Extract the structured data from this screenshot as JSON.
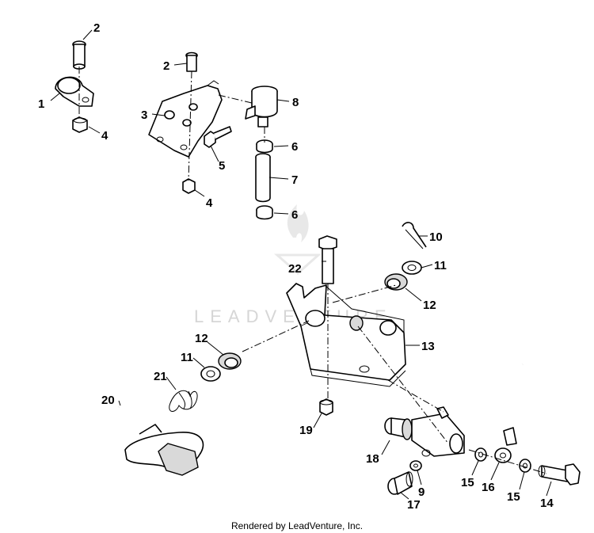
{
  "watermark": {
    "text": "LEADVENTURE",
    "logo": "flame-logo"
  },
  "footer": {
    "text": "Rendered by LeadVenture, Inc."
  },
  "callouts": [
    {
      "id": "c1",
      "text": "1"
    },
    {
      "id": "c2a",
      "text": "2"
    },
    {
      "id": "c2b",
      "text": "2"
    },
    {
      "id": "c3",
      "text": "3"
    },
    {
      "id": "c4a",
      "text": "4"
    },
    {
      "id": "c4b",
      "text": "4"
    },
    {
      "id": "c5",
      "text": "5"
    },
    {
      "id": "c6a",
      "text": "6"
    },
    {
      "id": "c6b",
      "text": "6"
    },
    {
      "id": "c7",
      "text": "7"
    },
    {
      "id": "c8",
      "text": "8"
    },
    {
      "id": "c9",
      "text": "9"
    },
    {
      "id": "c10",
      "text": "10"
    },
    {
      "id": "c11a",
      "text": "11"
    },
    {
      "id": "c11b",
      "text": "11"
    },
    {
      "id": "c12a",
      "text": "12"
    },
    {
      "id": "c12b",
      "text": "12"
    },
    {
      "id": "c13",
      "text": "13"
    },
    {
      "id": "c14",
      "text": "14"
    },
    {
      "id": "c15a",
      "text": "15"
    },
    {
      "id": "c15b",
      "text": "15"
    },
    {
      "id": "c16",
      "text": "16"
    },
    {
      "id": "c17",
      "text": "17"
    },
    {
      "id": "c18",
      "text": "18"
    },
    {
      "id": "c19",
      "text": "19"
    },
    {
      "id": "c20",
      "text": "20"
    },
    {
      "id": "c21",
      "text": "21"
    },
    {
      "id": "c22",
      "text": "22"
    }
  ]
}
